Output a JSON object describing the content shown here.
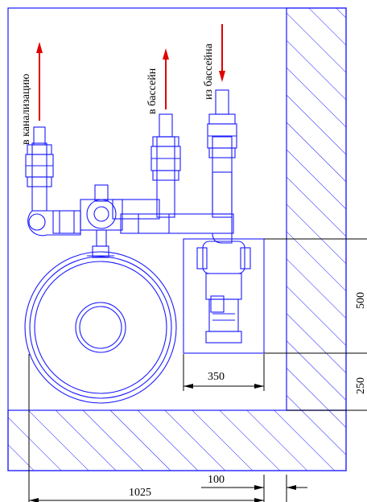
{
  "labels": {
    "to_sewer": "в канализацию",
    "to_pool": "в бассейн",
    "from_pool": "из бассейна"
  },
  "dimensions": {
    "d500": "500",
    "d250": "250",
    "d350": "350",
    "d100": "100",
    "d1025": "1025"
  },
  "colors": {
    "equipment": "#1a1aff",
    "arrow": "#e00000",
    "dimension": "#000000"
  }
}
